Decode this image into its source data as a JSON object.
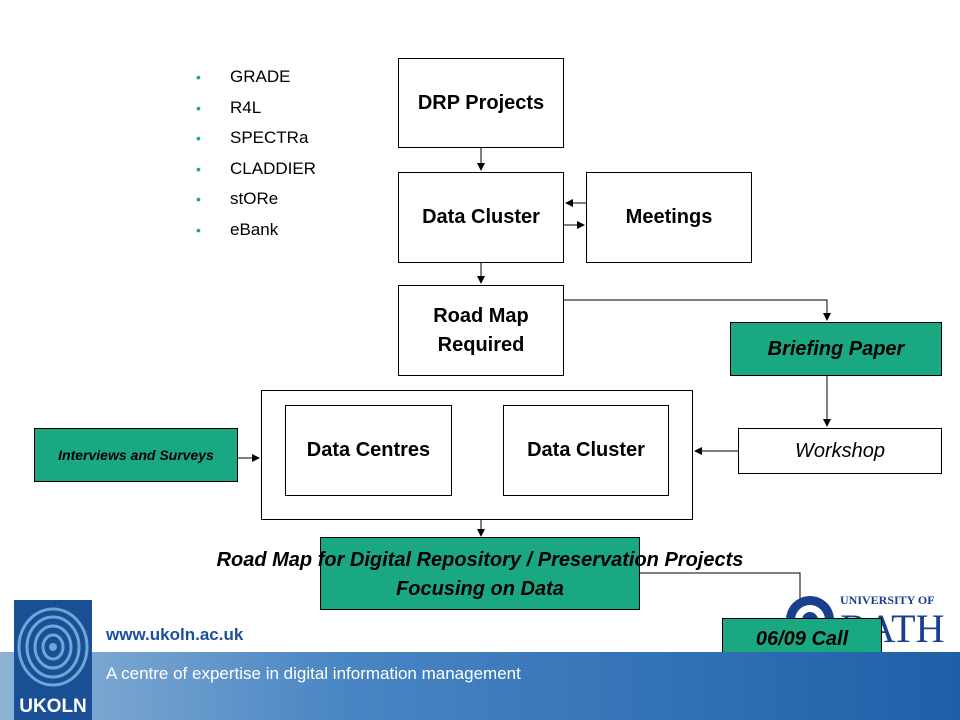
{
  "bullets": [
    "GRADE",
    "R4L",
    "SPECTRa",
    "CLADDIER",
    "stORe",
    "eBank"
  ],
  "nodes": {
    "drp_projects": "DRP Projects",
    "data_cluster_top": "Data Cluster",
    "meetings": "Meetings",
    "road_map_required_line1": "Road Map",
    "road_map_required_line2": "Required",
    "briefing_paper": "Briefing Paper",
    "data_centres": "Data Centres",
    "data_cluster_mid": "Data Cluster",
    "workshop": "Workshop",
    "interviews_surveys": "Interviews and Surveys",
    "road_map_title_line1": "Road Map for Digital Repository / Preservation Projects",
    "road_map_title_line2": "Focusing on Data",
    "call": "06/09 Call"
  },
  "footer": {
    "url": "www.ukoln.ac.uk",
    "tagline": "A centre of expertise in digital information management",
    "logo_text": "UKOLN"
  },
  "bath_logo": {
    "line1": "UNIVERSITY OF",
    "line2": "BATH"
  },
  "colors": {
    "green": "#1aa882",
    "footer_blue": "#1e5fa8",
    "url_blue": "#1b4f9c"
  }
}
